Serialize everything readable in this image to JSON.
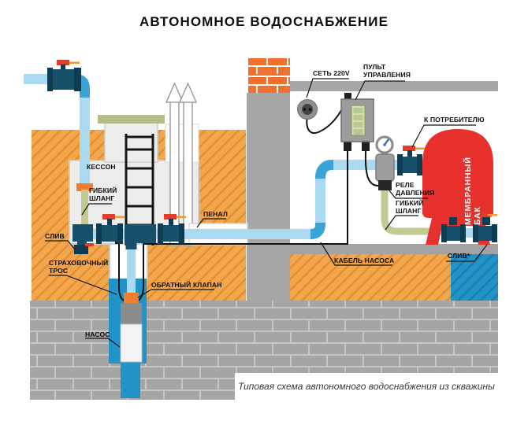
{
  "title": "АВТОНОМНОЕ ВОДОСНАБЖЕНИЕ",
  "caption": "Типовая схема автономного водоснабжения из скважины",
  "labels": {
    "power": "СЕТЬ 220V",
    "control_panel": "ПУЛЬТ\nУПРАВЛЕНИЯ",
    "to_consumer": "К ПОТРЕБИТЕЛЮ",
    "pressure_switch": "РЕЛЕ\nДАВЛЕНИЯ",
    "flexible_hose_right": "ГИБКИЙ\nШЛАНГ",
    "membrane_tank": "МЕМБРАННЫЙ БАК",
    "caisson": "КЕССОН",
    "flexible_hose_left": "ГИБКИЙ\nШЛАНГ",
    "drain_left": "СЛИВ",
    "safety_rope": "СТРАХОВОЧНЫЙ\nТРОС",
    "check_valve": "ОБРАТНЫЙ КЛАПАН",
    "pump": "НАСОС",
    "conduit": "ПЕНАЛ",
    "pump_cable": "КАБЕЛЬ НАСОСА",
    "drain_right": "СЛИВ*"
  },
  "palette": {
    "soil_orange": "#f3a64c",
    "soil_hatch": "#e18f33",
    "brick_gray": "#a5a5a5",
    "brick_mortar": "#c6c6c6",
    "chimney_orange": "#f1702e",
    "wall_gray": "#a7a7a7",
    "water_blue": "#2293c6",
    "water_hatch": "#1b7ead",
    "pipe_light_blue": "#a9daf2",
    "pipe_elbow_blue": "#3aa4d8",
    "valve_navy": "#17506a",
    "valve_cap_navy": "#0e3c52",
    "lever_red": "#e33c2c",
    "lever_orange": "#ef9a31",
    "hose_olive": "#c3ca93",
    "tank_red": "#e8302c",
    "check_valve_orange": "#ef7d2b",
    "caisson_gray": "#ededeb",
    "lid_olive": "#b5bc85",
    "panel_gray": "#9c9c9c",
    "screen_green": "#d4dfb4"
  }
}
